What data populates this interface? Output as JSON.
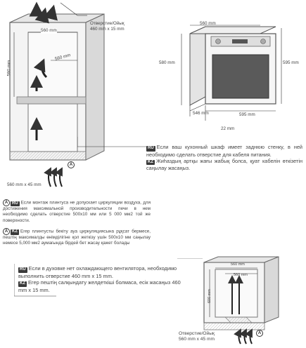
{
  "top_left_cabinet": {
    "opening_label_1": "Отверстие/Ойық",
    "opening_label_2": "460 mm x 15 mm",
    "width_top": "560 mm",
    "width_inner": "560 mm",
    "height_side": "590 mm",
    "bottom_label": "560 mm x 45 mm",
    "marker": "A"
  },
  "oven_diagram": {
    "width_top": "560 mm",
    "height_left": "580 mm",
    "height_right": "595 mm",
    "depth_front": "546 mm",
    "width_bottom": "595 mm",
    "offset": "22 mm"
  },
  "power_note": {
    "ru_tag": "RU",
    "ru_text": "Если ваш кухонный шкаф имеет заднюю стенку, в ней необходимо сделать отверстие для кабеля питания.",
    "kz_tag": "KZ",
    "kz_text": "Жиһаздың артқы жағы жабық болса, қуат кабелін өткізетін саңылау жасаңыз."
  },
  "plinth_note": {
    "marker": "A",
    "ru_tag": "RU",
    "ru_text": "Если монтаж плинтуса не допускает циркуляции воздуха, для достижения максимальной производительности печи в нем необходимо сделать отверстие 500x10 мм или 5 000 мм2 той же поверхности.",
    "kz_tag": "KZ",
    "kz_text": "Егер плинтусты бекіту ауа циркуляциясына рұқсат бермесе, пештің максималды өнімділігіне қол жеткізу үшін 500x10 мм саңылау немесе 5,000 мм2 аумағында бірдей бет жасау қажет болады"
  },
  "fan_note": {
    "ru_tag": "RU",
    "ru_text": "Если в духовке нет охлаждающего вентилятора, необходимо выполнить отверстие 460 mm x 15 mm.",
    "kz_tag": "KZ",
    "kz_text": "Егер пештің салқындату желдеткіші болмаса, есік жасаңыз 460 mm x 15 mm."
  },
  "bottom_right_cabinet": {
    "width_top": "560 mm",
    "width_inner": "560 mm",
    "height_side": "600 mm",
    "opening_label_1": "Отверстие/Ойық",
    "opening_label_2": "560 mm x 45 mm",
    "marker": "A"
  }
}
